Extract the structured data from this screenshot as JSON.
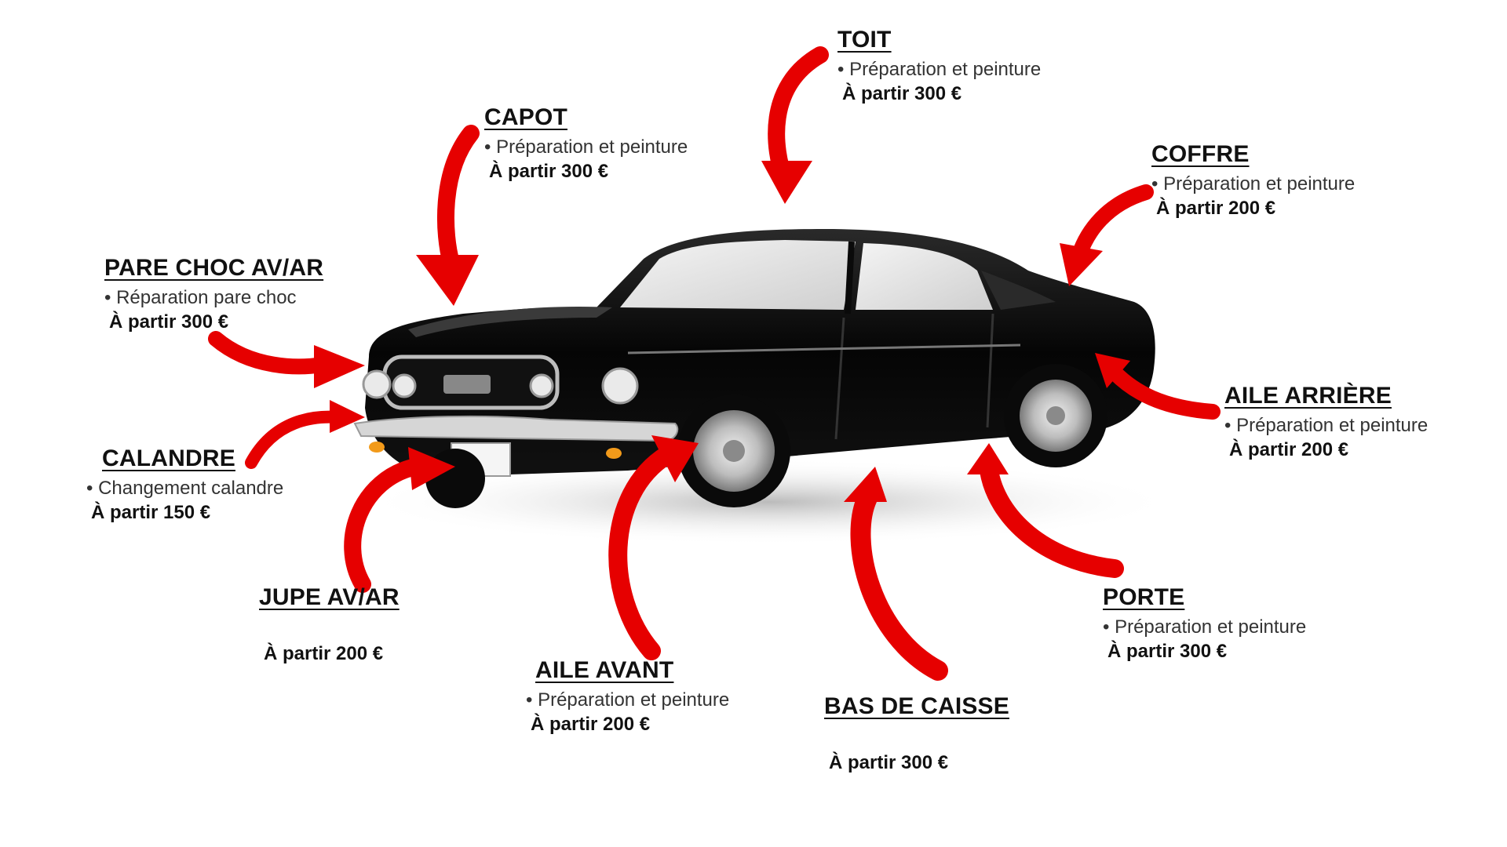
{
  "colors": {
    "arrow": "#e60000",
    "car_body": "#0a0a0a",
    "chrome": "#cfcfcf"
  },
  "car": {
    "icon": "black-muscle-car-illustration"
  },
  "labels": {
    "toit": {
      "title": "TOIT",
      "desc": "• Préparation et peinture",
      "price": "À partir  300 €"
    },
    "capot": {
      "title": "CAPOT",
      "desc": "• Préparation et peinture",
      "price": "À partir  300 €"
    },
    "coffre": {
      "title": "COFFRE",
      "desc": "• Préparation et peinture",
      "price": "À partir  200 €"
    },
    "parechoc": {
      "title": "PARE CHOC AV/AR",
      "desc": "• Réparation pare choc",
      "price": "À partir  300 €"
    },
    "calandre": {
      "title": "CALANDRE",
      "desc": "• Changement calandre",
      "price": "À partir  150 €"
    },
    "jupe": {
      "title": "JUPE AV/AR",
      "price": "À partir  200 €"
    },
    "aileavant": {
      "title": "AILE AVANT",
      "desc": "• Préparation et peinture",
      "price": "À partir  200 €"
    },
    "basdecaisse": {
      "title": "BAS DE CAISSE",
      "price": "À partir  300 €"
    },
    "porte": {
      "title": "PORTE",
      "desc": "• Préparation et peinture",
      "price": "À partir  300 €"
    },
    "ailearriere": {
      "title": "AILE ARRIÈRE",
      "desc": "• Préparation et peinture",
      "price": "À partir  200 €"
    }
  }
}
